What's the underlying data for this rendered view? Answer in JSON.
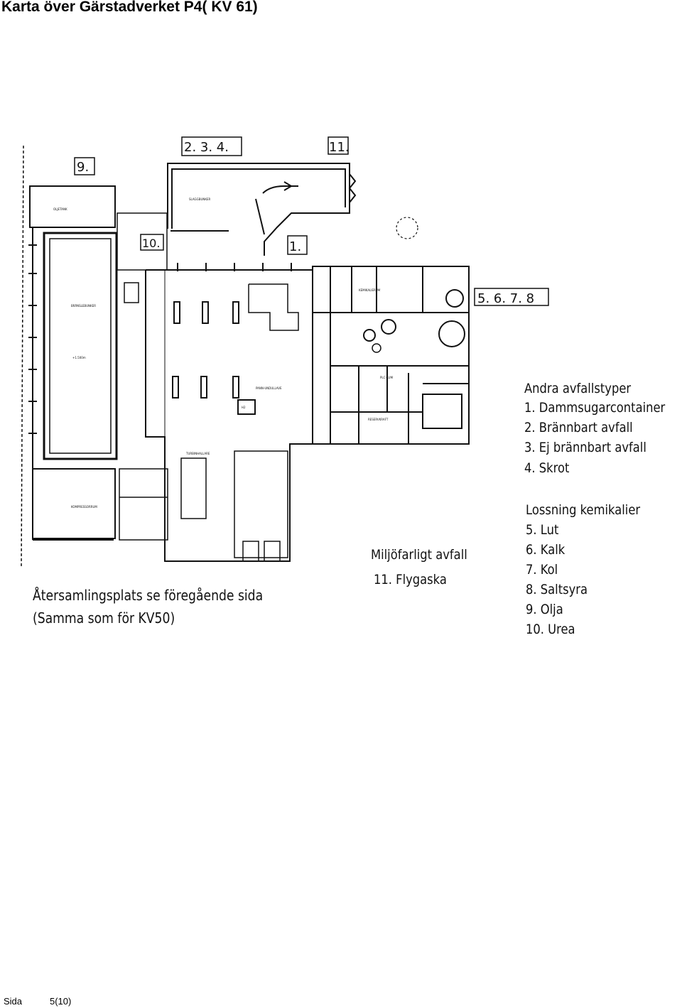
{
  "page": {
    "title": "Karta över Gärstadverket P4( KV 61)",
    "footer_label": "Sida",
    "footer_page": "5(10)"
  },
  "map_labels": {
    "l9": "9.",
    "l234": "2. 3. 4.",
    "l11": "11.",
    "l10": "10.",
    "l1": "1.",
    "l5678": "5. 6. 7. 8"
  },
  "legend": {
    "other_heading": "Andra avfallstyper",
    "other_items": [
      "1. Dammsugarcontainer",
      "2. Brännbart avfall",
      "3. Ej brännbart avfall",
      "4. Skrot"
    ],
    "chem_heading": "Lossning kemikalier",
    "chem_items": [
      "5. Lut",
      "6. Kalk",
      "7. Kol",
      "8. Saltsyra",
      "9. Olja",
      "10. Urea"
    ],
    "hazardous_heading": "Miljöfarligt avfall",
    "hazardous_items": [
      "11. Flygaska"
    ],
    "assembly_line1": "Återsamlingsplats se föregående sida",
    "assembly_line2": "(Samma som för KV50)"
  }
}
